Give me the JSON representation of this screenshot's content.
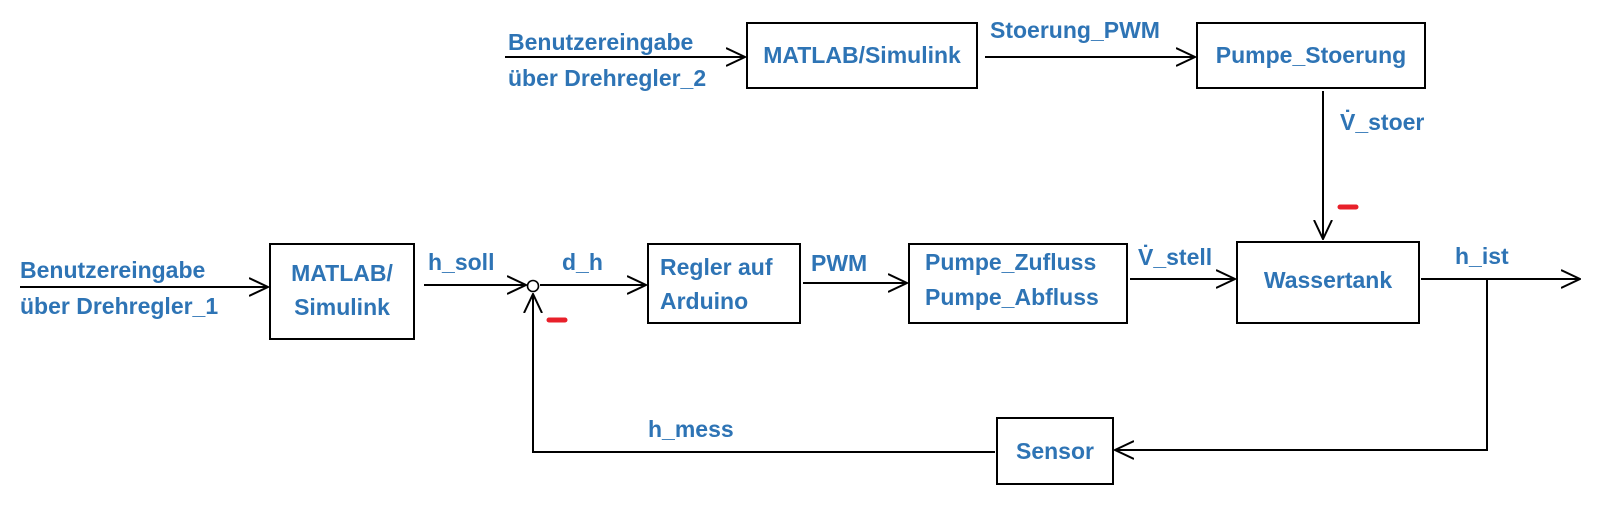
{
  "colors": {
    "label": "#2e74b5",
    "minus_sign": "#e8202a",
    "line": "#000000"
  },
  "inputs": {
    "input_1": [
      "Benutzereingabe",
      "über Drehregler_1"
    ],
    "input_2": [
      "Benutzereingabe",
      "über Drehregler_2"
    ]
  },
  "blocks": {
    "matlab_1": [
      "MATLAB/",
      "Simulink"
    ],
    "matlab_2": "MATLAB/Simulink",
    "controller": [
      "Regler auf",
      "Arduino"
    ],
    "pumps": [
      "Pumpe_Zufluss",
      "Pumpe_Abfluss"
    ],
    "tank": "Wassertank",
    "disturbance_pump": "Pumpe_Stoerung",
    "sensor": "Sensor"
  },
  "signals": {
    "setpoint": "h_soll",
    "error": "d_h",
    "pwm": "PWM",
    "disturbance_pwm": "Stoerung_PWM",
    "inflow": "V̇_stell",
    "disturbance_flow": "V̇_stoer",
    "output": "h_ist",
    "measured": "h_mess"
  },
  "minus_signs": [
    "summing-junction-feedback",
    "tank-disturbance-input"
  ]
}
